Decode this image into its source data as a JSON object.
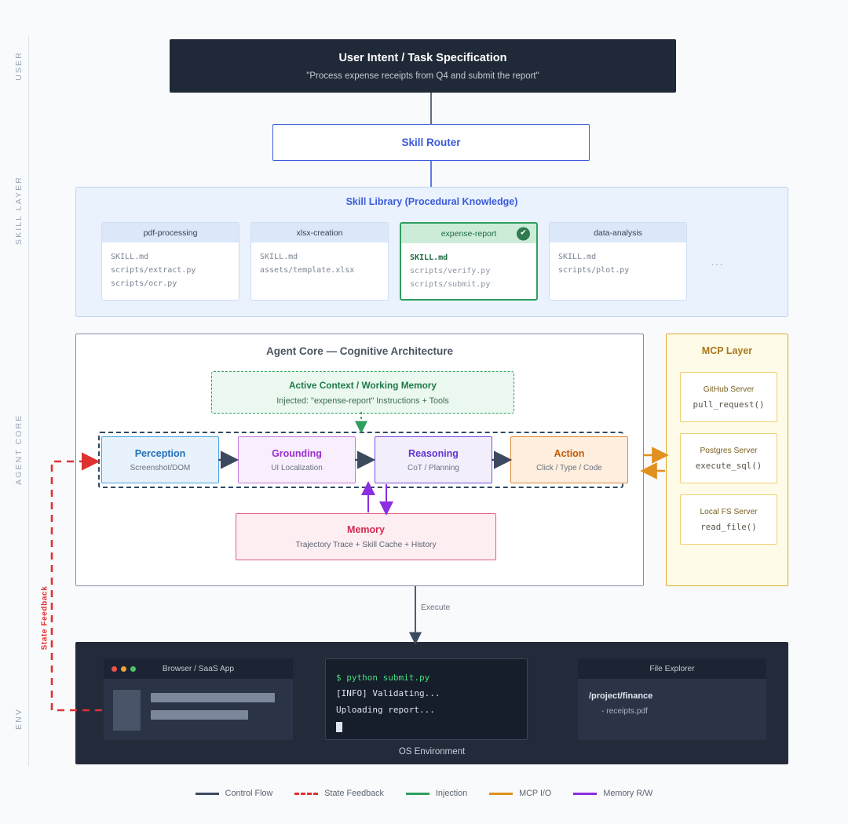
{
  "rails": [
    {
      "label": "USER"
    },
    {
      "label": "SKILL LAYER"
    },
    {
      "label": "AGENT CORE"
    },
    {
      "label": "ENV"
    }
  ],
  "feedback_rail_label": "State Feedback",
  "user_intent": {
    "title": "User Intent / Task Specification",
    "subtitle": "\"Process expense receipts from Q4 and submit the report\""
  },
  "skill_router": {
    "title": "Skill Router"
  },
  "skill_library": {
    "title": "Skill Library (Procedural Knowledge)",
    "ellipsis": "...",
    "cards": [
      {
        "name": "pdf-processing",
        "active": false,
        "files": [
          "SKILL.md",
          "scripts/extract.py",
          "scripts/ocr.py"
        ]
      },
      {
        "name": "xlsx-creation",
        "active": false,
        "files": [
          "SKILL.md",
          "assets/template.xlsx"
        ]
      },
      {
        "name": "expense-report",
        "active": true,
        "badge_icon": "check-icon",
        "badge_glyph": "✔",
        "files": [
          "SKILL.md",
          "scripts/verify.py",
          "scripts/submit.py"
        ]
      },
      {
        "name": "data-analysis",
        "active": false,
        "files": [
          "SKILL.md",
          "scripts/plot.py"
        ]
      }
    ]
  },
  "agent_core": {
    "title": "Agent Core — Cognitive Architecture",
    "active_context": {
      "title": "Active Context / Working Memory",
      "subtitle": "Injected: \"expense-report\" Instructions + Tools"
    },
    "stages": [
      {
        "title": "Perception",
        "subtitle": "Screenshot/DOM"
      },
      {
        "title": "Grounding",
        "subtitle": "UI Localization"
      },
      {
        "title": "Reasoning",
        "subtitle": "CoT / Planning"
      },
      {
        "title": "Action",
        "subtitle": "Click / Type / Code"
      }
    ],
    "memory": {
      "title": "Memory",
      "subtitle": "Trajectory Trace + Skill Cache + History"
    }
  },
  "mcp_layer": {
    "title": "MCP Layer",
    "servers": [
      {
        "name": "GitHub Server",
        "fn": "pull_request()"
      },
      {
        "name": "Postgres Server",
        "fn": "execute_sql()"
      },
      {
        "name": "Local FS Server",
        "fn": "read_file()"
      }
    ]
  },
  "connectors": {
    "execute_label": "Execute"
  },
  "os_env": {
    "title": "OS Environment",
    "browser": {
      "label": "Browser / SaaS App",
      "traffic_lights": [
        "#e8554f",
        "#e8a33d",
        "#4cc764"
      ]
    },
    "terminal": {
      "lines": [
        {
          "text": "$ python submit.py",
          "prompt": true
        },
        {
          "text": "[INFO] Validating...",
          "prompt": false
        },
        {
          "text": "Uploading report...",
          "prompt": false
        }
      ]
    },
    "files": {
      "label": "File Explorer",
      "path": "/project/finance",
      "items": [
        "- receipts.pdf"
      ]
    }
  },
  "legend": [
    {
      "label": "Control Flow",
      "color": "#3b4a5f",
      "style": "solid"
    },
    {
      "label": "State Feedback",
      "color": "#e03131",
      "style": "dashed"
    },
    {
      "label": "Injection",
      "color": "#2f9e5f",
      "style": "solid"
    },
    {
      "label": "MCP I/O",
      "color": "#e0901f",
      "style": "solid"
    },
    {
      "label": "Memory R/W",
      "color": "#8b2fe0",
      "style": "solid"
    }
  ]
}
